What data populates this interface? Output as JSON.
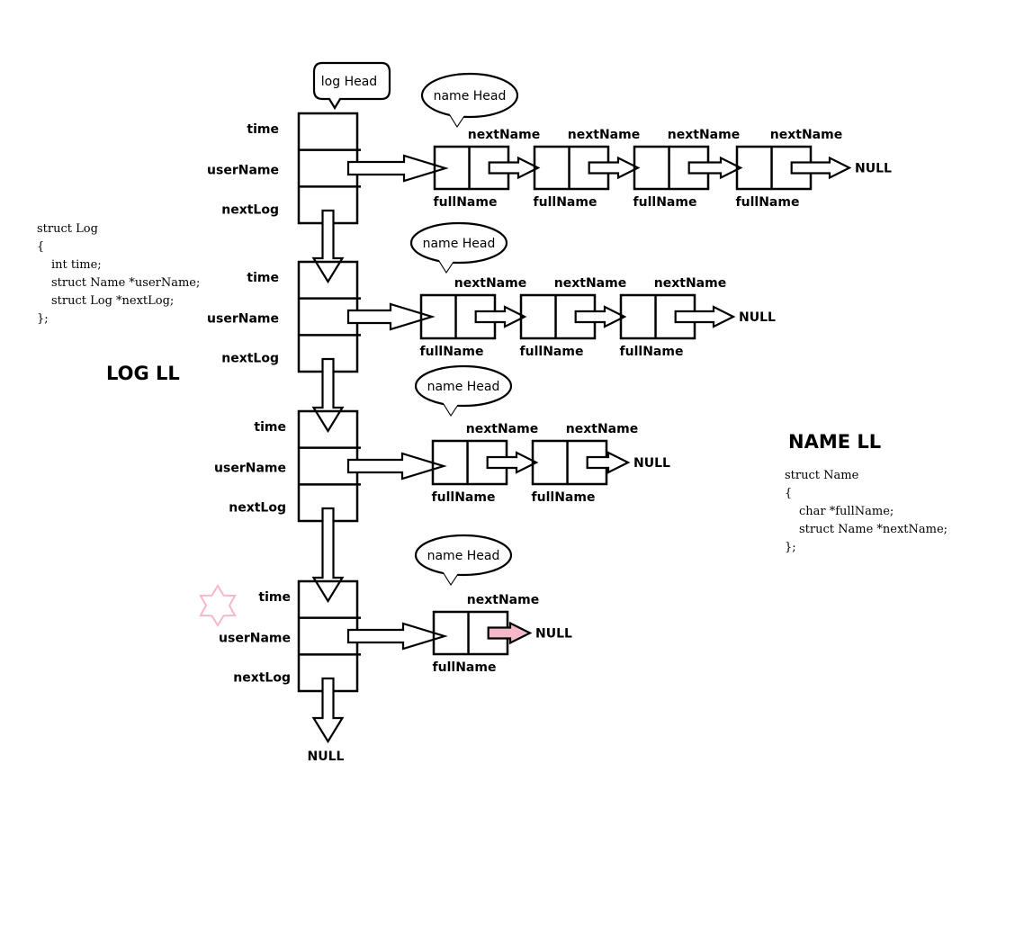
{
  "log_ll": {
    "title": "LOG LL",
    "head_label": "log Head",
    "field_labels": [
      "time",
      "userName",
      "nextLog"
    ],
    "end_label": "NULL",
    "struct_code": [
      "struct Log",
      "{",
      "int time;",
      "struct Name *userName;",
      "struct Log *nextLog;",
      "};"
    ]
  },
  "name_ll": {
    "title": "NAME LL",
    "head_label": "name Head",
    "node_field_label": "fullName",
    "next_label": "nextName",
    "end_label": "NULL",
    "struct_code": [
      "struct Name",
      "{",
      "char *fullName;",
      "struct Name *nextName;",
      "};"
    ]
  },
  "log_nodes": [
    {
      "name_count": 4
    },
    {
      "name_count": 3
    },
    {
      "name_count": 2
    },
    {
      "name_count": 1
    }
  ],
  "colors": {
    "ink": "#000000",
    "star": "#f4b8c8",
    "highlight": "#f4b8c8"
  },
  "decorations": {
    "star_icon": "six-point-star-icon"
  }
}
